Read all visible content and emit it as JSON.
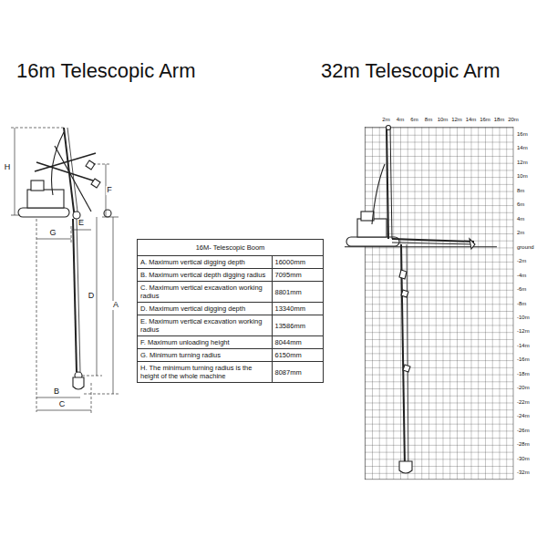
{
  "diagram": {
    "labels": [
      "16m Telescopic Arm",
      "32m Telescopic Arm",
      "H",
      "F",
      "G",
      "E",
      "D",
      "A",
      "B",
      "C",
      "16M- Telescopic Boom",
      "A. Maximum vertical digging depth",
      "16000mm",
      "B. Maximum vertical depth digging radius",
      "7095mm",
      "C. Maximum vertical excavation working radius",
      "8801mm",
      "D. Maximum vertical digging depth",
      "13340mm",
      "E. Maximum vertical excavation working radius",
      "13586mm",
      "F. Maximum unloading height",
      "8044mm",
      "G. Minimum turning radius",
      "6150mm",
      "H. The minimum turning radius is the height of the whole machine",
      "8087mm",
      "2m",
      "4m",
      "6m",
      "8m",
      "10m",
      "12m",
      "14m",
      "16m",
      "18m",
      "20m",
      "16m",
      "14m",
      "12m",
      "10m",
      "8m",
      "6m",
      "4m",
      "2m",
      "ground",
      "-2m",
      "-4m",
      "-6m",
      "-8m",
      "-10m",
      "-12m",
      "-14m",
      "-16m",
      "-18m",
      "-20m",
      "-22m",
      "-24m",
      "-26m",
      "-28m",
      "-30m",
      "-32m"
    ]
  }
}
